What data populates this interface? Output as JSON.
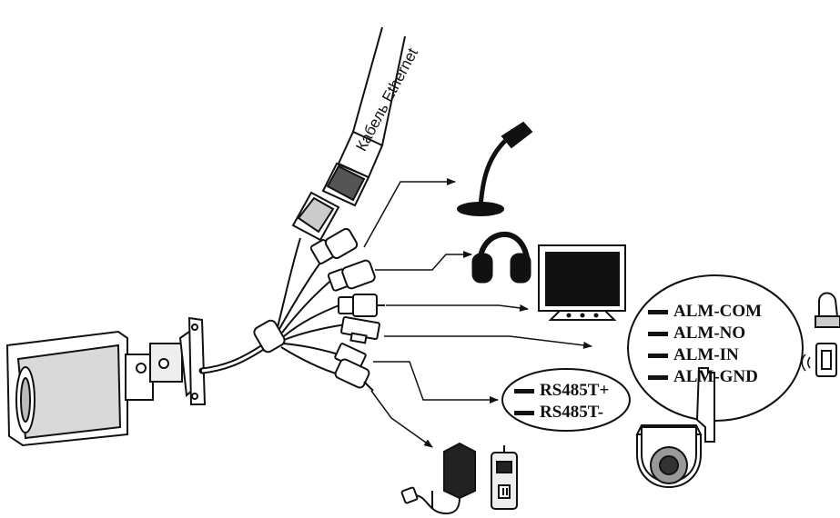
{
  "ethernet_label": "Кабель Ethernet",
  "alarm_group": {
    "lines": [
      "ALM-COM",
      "ALM-NO",
      "ALM-IN",
      "ALM-GND"
    ]
  },
  "rs485_group": {
    "lines": [
      "RS485T+",
      "RS485T-"
    ]
  },
  "devices": [
    "camera-icon",
    "microphone-icon",
    "headphones-icon",
    "monitor-icon",
    "alarm-siren-icon",
    "alarm-sensor-icon",
    "ptz-dome-camera-icon",
    "power-adapter-icon",
    "power-outlet-icon"
  ],
  "colors": {
    "line": "#111111",
    "fill": "#ffffff"
  }
}
